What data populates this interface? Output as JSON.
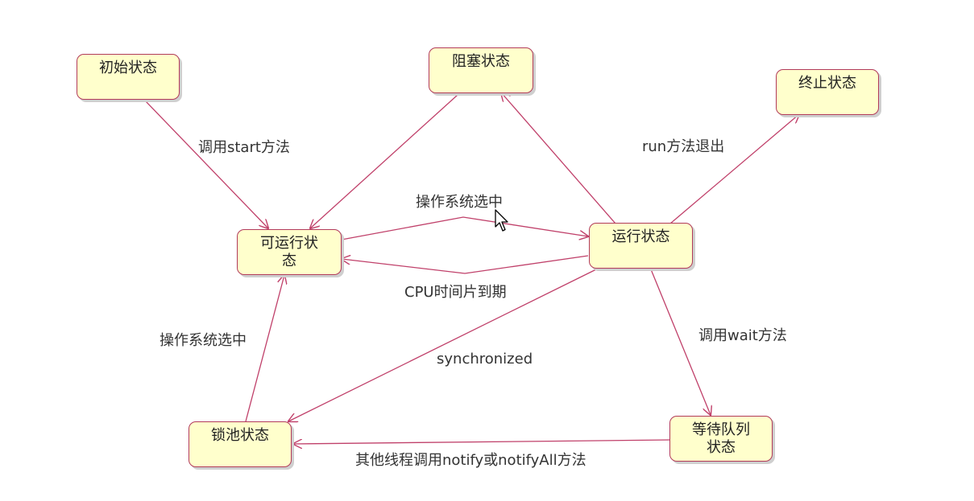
{
  "diagram": {
    "colors": {
      "node_fill": "#ffffcc",
      "node_border": "#b23a5a",
      "edge": "#c0406a"
    },
    "nodes": {
      "initial": "初始状态",
      "blocked": "阻塞状态",
      "terminated": "终止状态",
      "runnable": "可运行状\n态",
      "running": "运行状态",
      "lock_pool": "锁池状态",
      "wait_queue": "等待队列\n状态"
    },
    "edge_labels": {
      "call_start": "调用start方法",
      "run_exit": "run方法退出",
      "os_select_top": "操作系统选中",
      "cpu_slice_expired": "CPU时间片到期",
      "call_wait": "调用wait方法",
      "os_select_left": "操作系统选中",
      "synchronized": "synchronized",
      "notify": "其他线程调用notify或notifyAll方法"
    }
  }
}
